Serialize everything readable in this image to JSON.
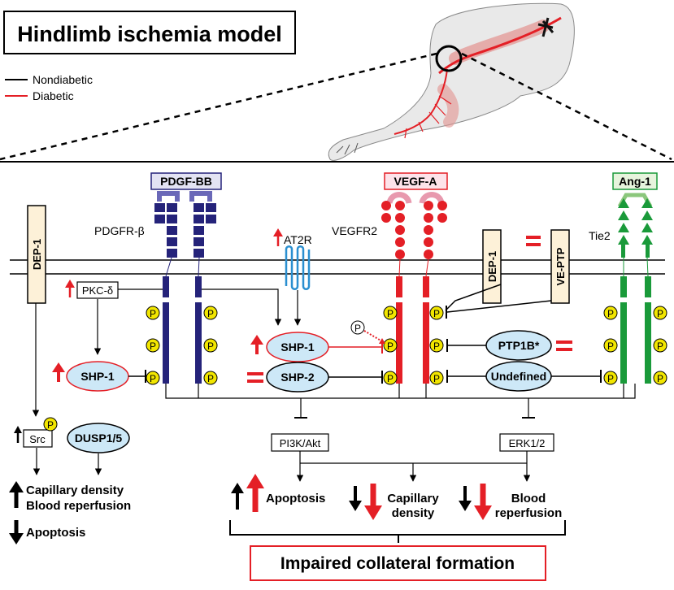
{
  "title": "Hindlimb ischemia model",
  "legend": [
    {
      "label": "Nondiabetic",
      "color": "#000000"
    },
    {
      "label": "Diabetic",
      "color": "#e41f26"
    }
  ],
  "ligands": {
    "pdgf": "PDGF-BB",
    "vegf": "VEGF-A",
    "ang": "Ang-1"
  },
  "receptors": {
    "pdgfr": "PDGFR-β",
    "at2r": "AT2R",
    "vegfr": "VEGFR2",
    "tie2": "Tie2"
  },
  "membrane_proteins": {
    "dep1_left": "DEP-1",
    "dep1_mid": "DEP-1",
    "veptp": "VE-PTP"
  },
  "nodes": {
    "pkc": "PKC-δ",
    "shp1_left": "SHP-1",
    "shp1_mid": "SHP-1",
    "shp2": "SHP-2",
    "ptp1b": "PTP1B*",
    "undefined": "Undefined",
    "src": "Src",
    "dusp": "DUSP1/5",
    "pi3k": "PI3K/Akt",
    "erk": "ERK1/2"
  },
  "phospho": "P",
  "outcomes_left": [
    "Capillary density",
    "Blood reperfusion",
    "Apoptosis"
  ],
  "outcomes_right": {
    "apoptosis": "Apoptosis",
    "capillary": [
      "Capillary",
      "density"
    ],
    "reperfusion": [
      "Blood",
      "reperfusion"
    ]
  },
  "conclusion": "Impaired collateral formation",
  "colors": {
    "diabetic": "#e41f26",
    "pdgfr": "#25237a",
    "vegfr": "#e41f26",
    "tie2": "#1a9a3a",
    "at2r": "#2a8fd0",
    "node_fill": "#cde8f7",
    "phospho": "#f2e600",
    "dep_fill": "#fdf1d8"
  }
}
